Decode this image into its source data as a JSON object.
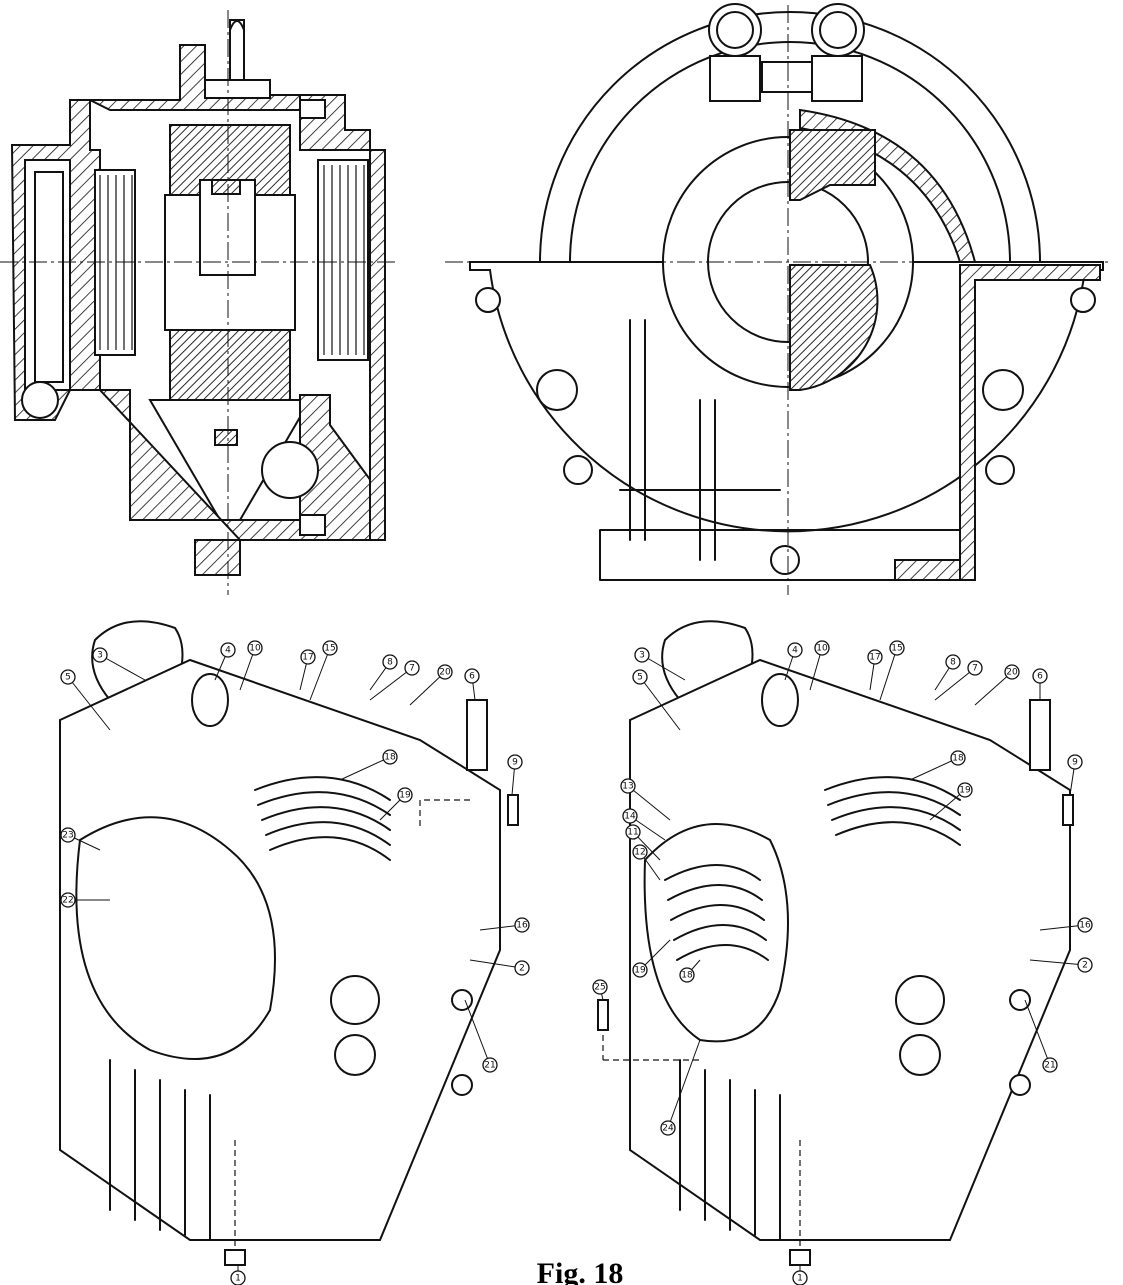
{
  "figure": {
    "caption": "Fig. 18"
  },
  "left_exploded_callouts": [
    "3",
    "4",
    "10",
    "17",
    "15",
    "8",
    "7",
    "20",
    "6",
    "9",
    "5",
    "23",
    "18",
    "19",
    "22",
    "16",
    "2",
    "21",
    "1"
  ],
  "right_exploded_callouts": [
    "3",
    "4",
    "10",
    "17",
    "15",
    "8",
    "7",
    "20",
    "6",
    "9",
    "5",
    "13",
    "14",
    "11",
    "12",
    "18",
    "19",
    "19",
    "18",
    "16",
    "2",
    "25",
    "24",
    "21",
    "1"
  ],
  "colors": {
    "ink": "#111111",
    "paper": "#ffffff"
  }
}
